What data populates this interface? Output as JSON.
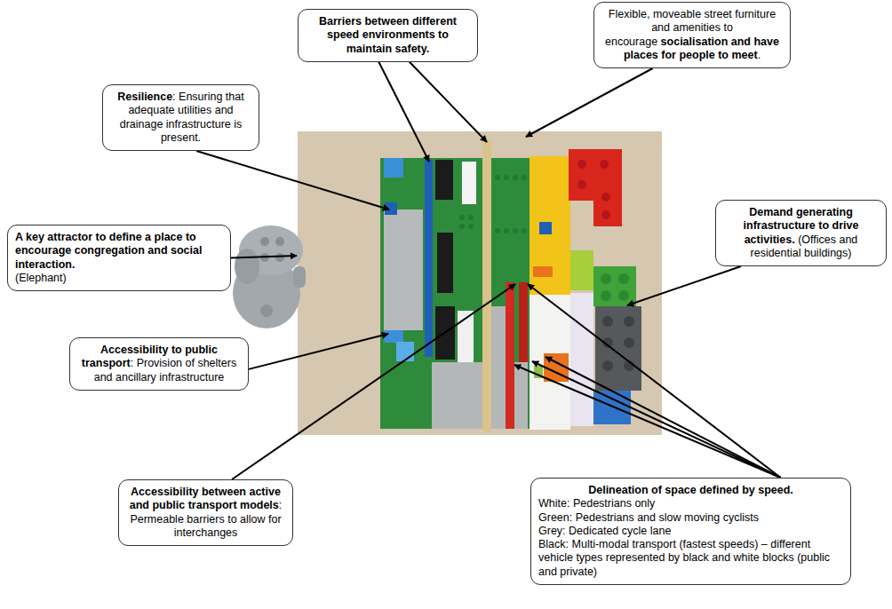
{
  "diagram": {
    "nodes": [
      {
        "text": [
          "Barriers between different speed environments to maintain safety."
        ]
      },
      {
        "text": [
          "Flexible, moveable street furniture and amenities to encourage",
          "socialisation and have places for people to meet",
          "."
        ]
      },
      {
        "text": [
          "Resilience",
          ": Ensuring that adequate utilities and drainage infrastructure is present."
        ]
      },
      {
        "text": [
          "Demand generating infrastructure to drive activities.",
          "(Offices and residential buildings)"
        ]
      },
      {
        "text": [
          "A key attractor to define a place to encourage congregation and social interaction.",
          "(Elephant)"
        ]
      },
      {
        "text": [
          "Accessibility to public transport",
          ": Provision of shelters and ancillary infrastructure"
        ]
      },
      {
        "text": [
          "Accessibility between active and public transport models",
          ": Permeable barriers to allow for interchanges"
        ]
      },
      {
        "text": [
          "Delineation of space defined by speed.",
          "White: Pedestrians only",
          "Green: Pedestrians and slow moving cyclists",
          "Grey: Dedicated cycle lane",
          "Black: Multi-modal transport (fastest speeds) – different vehicle types represented by black and white blocks (public and private)"
        ]
      }
    ]
  }
}
